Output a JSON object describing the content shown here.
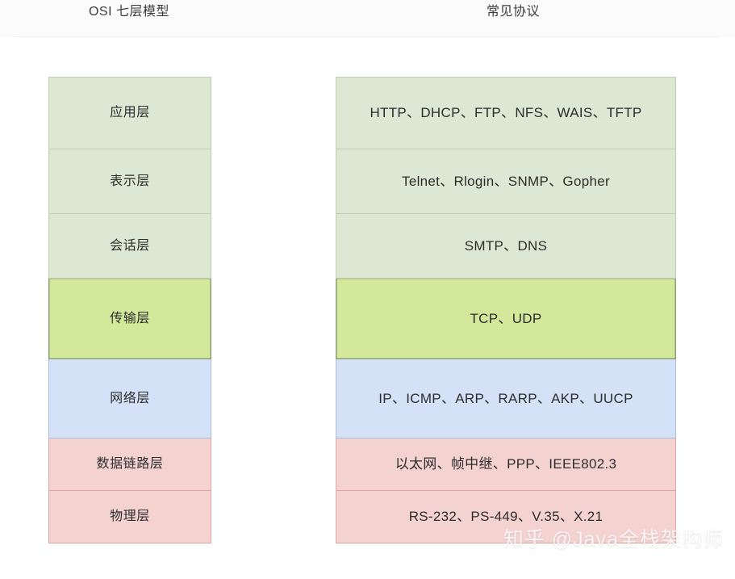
{
  "headers": {
    "left": "OSI 七层模型",
    "right": "常见协议"
  },
  "colors": {
    "green": "#dce7d4",
    "lime": "#d2e89b",
    "blue": "#d4e1f6",
    "pink": "#f4d2d0",
    "border_green": "#bccfae",
    "border_lime": "#8e9b78",
    "border_blue": "#a9bcd8",
    "border_pink": "#d9a6a4",
    "page_background": "#ffffff",
    "text": "#2d2d2d"
  },
  "rows": [
    {
      "layer": "应用层",
      "protocols": "HTTP、DHCP、FTP、NFS、WAIS、TFTP",
      "color": "green",
      "height": 90
    },
    {
      "layer": "表示层",
      "protocols": "Telnet、Rlogin、SNMP、Gopher",
      "color": "green",
      "height": 80
    },
    {
      "layer": "会话层",
      "protocols": "SMTP、DNS",
      "color": "green",
      "height": 80
    },
    {
      "layer": "传输层",
      "protocols": "TCP、UDP",
      "color": "lime",
      "height": 100
    },
    {
      "layer": "网络层",
      "protocols": "IP、ICMP、ARP、RARP、AKP、UUCP",
      "color": "blue",
      "height": 98
    },
    {
      "layer": "数据链路层",
      "protocols": "以太网、帧中继、PPP、IEEE802.3",
      "color": "pink",
      "height": 65
    },
    {
      "layer": "物理层",
      "protocols": "RS-232、PS-449、V.35、X.21",
      "color": "pink",
      "height": 65
    }
  ],
  "watermark": "知乎 @Java全栈架构师"
}
